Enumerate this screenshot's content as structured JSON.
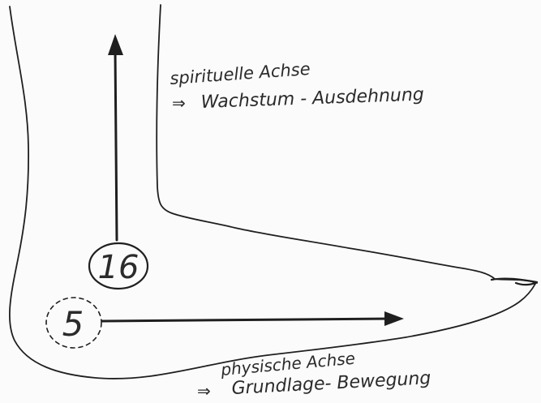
{
  "diagram": {
    "spiritual_axis": {
      "title": "spirituelle Achse",
      "arrow_symbol": "⇒",
      "subtitle": "Wachstum - Ausdehnung"
    },
    "physical_axis": {
      "title": "physische Achse",
      "arrow_symbol": "⇒",
      "subtitle": "Grundlage- Bewegung"
    },
    "points": {
      "upper": "16",
      "lower": "5"
    }
  }
}
